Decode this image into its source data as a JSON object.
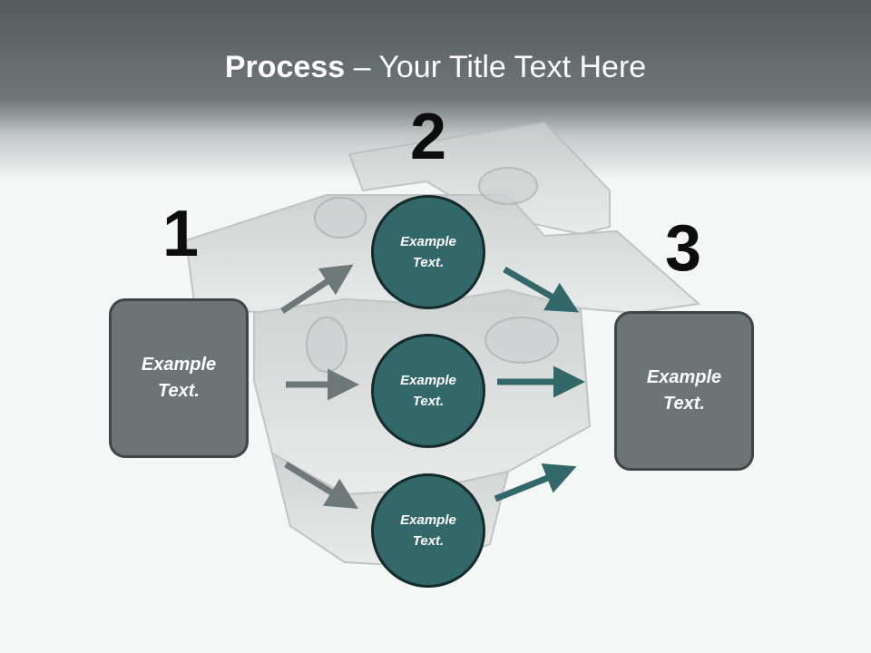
{
  "title": {
    "bold": "Process",
    "regular": " – Your Title Text Here"
  },
  "steps": [
    {
      "number": "1"
    },
    {
      "number": "2"
    },
    {
      "number": "3"
    }
  ],
  "left_box": {
    "text": "Example\nText."
  },
  "right_box": {
    "text": "Example\nText."
  },
  "circles": [
    {
      "text": "Example\nText."
    },
    {
      "text": "Example\nText."
    },
    {
      "text": "Example\nText."
    }
  ],
  "colors": {
    "header": "#545b5d",
    "box_fill": "#6c7476",
    "circle_fill": "#33686a",
    "gray_arrow": "#6e7879",
    "teal_arrow": "#33686a"
  }
}
